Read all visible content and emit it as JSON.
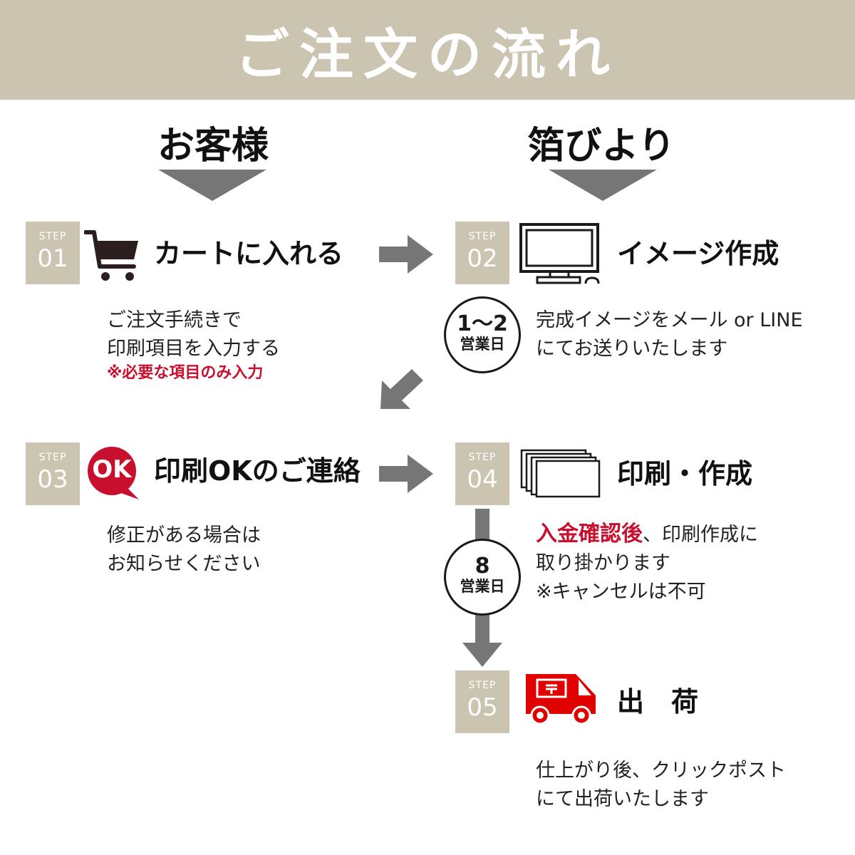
{
  "header": {
    "title": "ご注文の流れ"
  },
  "columns": {
    "customer": "お客様",
    "shop": "箔びより"
  },
  "steps": [
    {
      "label": "STEP",
      "num": "01",
      "title": "カートに入れる",
      "desc": [
        "ご注文手続きで",
        "印刷項目を入力する"
      ],
      "note": "※必要な項目のみ入力"
    },
    {
      "label": "STEP",
      "num": "02",
      "title": "イメージ作成",
      "desc": [
        "完成イメージをメール or LINE",
        "にてお送りいたします"
      ]
    },
    {
      "label": "STEP",
      "num": "03",
      "title": "印刷OKのご連絡",
      "desc": [
        "修正がある場合は",
        "お知らせください"
      ],
      "badge": "OK"
    },
    {
      "label": "STEP",
      "num": "04",
      "title": "印刷・作成",
      "desc_highlight": "入金確認後",
      "desc_rest": "、印刷作成に",
      "desc": [
        "取り掛かります",
        "※キャンセルは不可"
      ]
    },
    {
      "label": "STEP",
      "num": "05",
      "title": "出　荷",
      "desc": [
        "仕上がり後、クリックポスト",
        "にて出荷いたします"
      ]
    }
  ],
  "durations": [
    {
      "top": "1〜2",
      "bottom": "営業日"
    },
    {
      "top": "8",
      "bottom": "営業日"
    }
  ],
  "colors": {
    "header_bg": "#cbc4b1",
    "arrow": "#767676",
    "accent_red": "#c8102e",
    "truck_red": "#e00000"
  }
}
